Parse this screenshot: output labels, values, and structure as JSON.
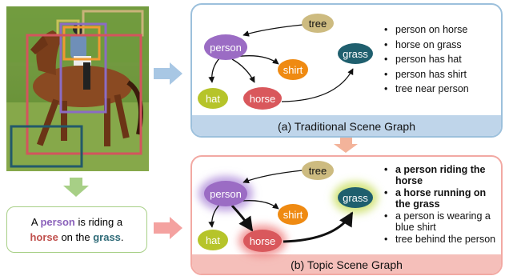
{
  "colors": {
    "person": "#9b6cc4",
    "shirt": "#ef8a12",
    "hat": "#b6c42a",
    "horse": "#d9585c",
    "tree": "#cdbb80",
    "grass": "#1f5f6e",
    "panel_a_border": "#9cc0dc",
    "panel_b_border": "#f2a9a3",
    "arrow_blue": "#a8c7e4",
    "arrow_orange": "#f3b39a",
    "arrow_green": "#a7cf86",
    "arrow_pink": "#f4a2a0",
    "person_text": "#8b62bb",
    "horse_text": "#c0504d",
    "grass_text": "#2f6b78"
  },
  "nodes": {
    "person": "person",
    "tree": "tree",
    "shirt": "shirt",
    "hat": "hat",
    "horse": "horse",
    "grass": "grass"
  },
  "panel_a": {
    "caption": "(a) Traditional Scene Graph",
    "bullets": [
      "person on horse",
      "horse on grass",
      "person has hat",
      "person has shirt",
      "tree near person"
    ]
  },
  "panel_b": {
    "caption": "(b) Topic Scene Graph",
    "bullets": [
      {
        "text": "a person riding the horse",
        "bold": true
      },
      {
        "text": "a horse running on the grass",
        "bold": true
      },
      {
        "text": "a person is wearing a blue shirt",
        "bold": false
      },
      {
        "text": "tree behind the person",
        "bold": false
      }
    ]
  },
  "sentence": {
    "w1": "A ",
    "w2": "person",
    "w3": " is riding a ",
    "w4": "horse",
    "w5": " on the ",
    "w6": "grass",
    "w7": "."
  }
}
